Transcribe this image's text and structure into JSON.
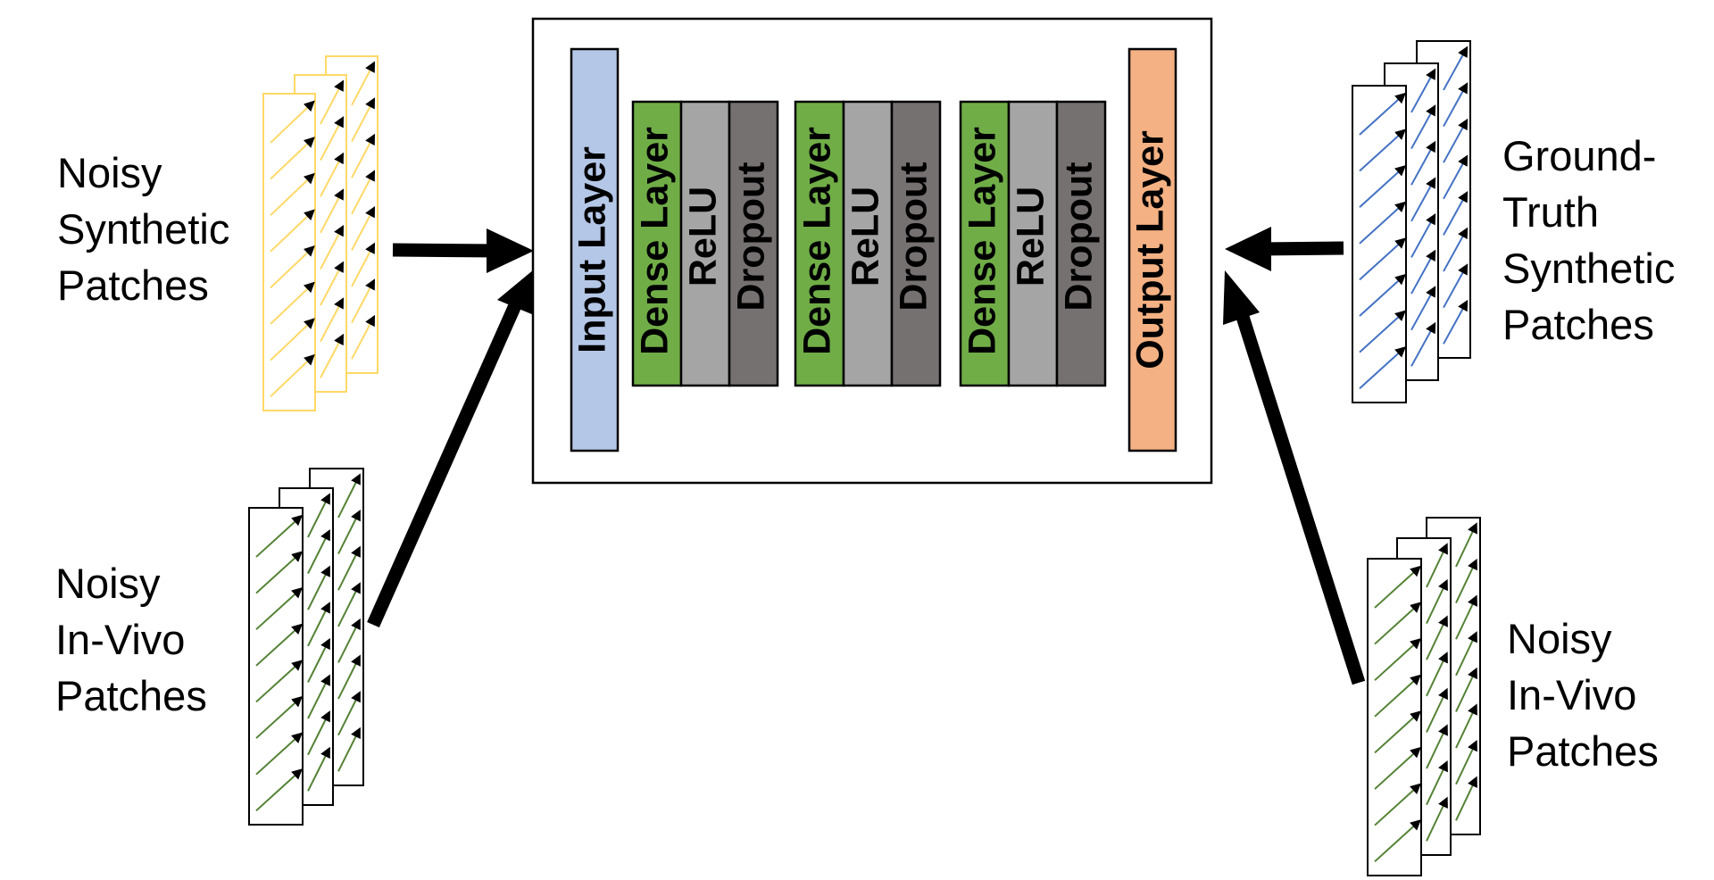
{
  "labels": {
    "noisy_synthetic": [
      "Noisy",
      "Synthetic",
      "Patches"
    ],
    "noisy_invivo_left": [
      "Noisy",
      "In-Vivo",
      "Patches"
    ],
    "ground_truth": [
      "Ground-",
      "Truth",
      "Synthetic",
      "Patches"
    ],
    "noisy_invivo_right": [
      "Noisy",
      "In-Vivo",
      "Patches"
    ]
  },
  "network": {
    "input_layer": "Input Layer",
    "output_layer": "Output Layer",
    "blocks": [
      {
        "dense": "Dense Layer",
        "activation": "ReLU",
        "dropout": "Dropout"
      },
      {
        "dense": "Dense Layer",
        "activation": "ReLU",
        "dropout": "Dropout"
      },
      {
        "dense": "Dense Layer",
        "activation": "ReLU",
        "dropout": "Dropout"
      }
    ]
  },
  "colors": {
    "input_layer": "#b4c7e7",
    "output_layer": "#f4b183",
    "dense": "#70ad47",
    "relu": "#a5a5a5",
    "dropout": "#767171",
    "synthetic_patch": "#ffd966",
    "invivo_patch": "#548235",
    "ground_truth_patch": "#4472c4",
    "arrow": "#000000"
  }
}
